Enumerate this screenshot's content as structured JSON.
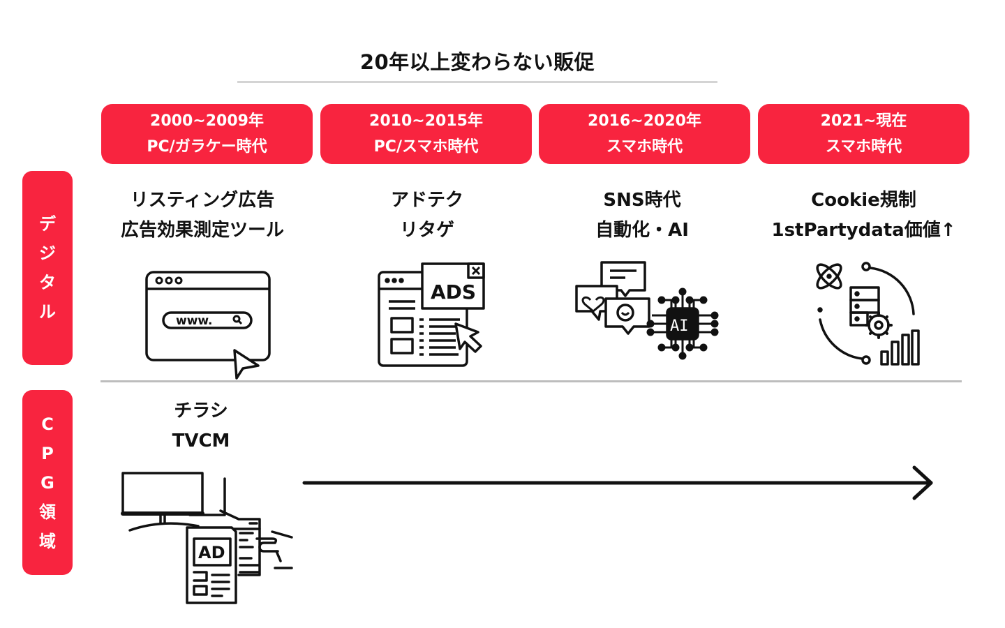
{
  "title": "20年以上変わらない販促",
  "accent_color": "#f8243f",
  "eras": [
    {
      "years": "2000~2009年",
      "device": "PC/ガラケー時代"
    },
    {
      "years": "2010~2015年",
      "device": "PC/スマホ時代"
    },
    {
      "years": "2016~2020年",
      "device": "スマホ時代"
    },
    {
      "years": "2021~現在",
      "device": "スマホ時代"
    }
  ],
  "rows": {
    "digital": {
      "label_chars": [
        "デ",
        "ジ",
        "タ",
        "ル"
      ],
      "items": [
        {
          "line1": "リスティング広告",
          "line2": "広告効果測定ツール",
          "icon": "browser-search-icon",
          "icon_text": "www."
        },
        {
          "line1": "アドテク",
          "line2": "リタゲ",
          "icon": "ads-popup-icon",
          "icon_text": "ADS"
        },
        {
          "line1": "SNS時代",
          "line2": "自動化・AI",
          "icon": "sns-ai-chip-icon",
          "icon_text": "AI"
        },
        {
          "line1": "Cookie規制",
          "line2": "1stPartydata価値↑",
          "icon": "data-server-cycle-icon"
        }
      ]
    },
    "cpg": {
      "label_chars": [
        "C",
        "P",
        "G",
        "領",
        "域"
      ],
      "items": [
        {
          "line1": "チラシ",
          "line2": "TVCM",
          "icon": "tv-flyer-icon",
          "icon_text": "AD"
        }
      ]
    }
  }
}
